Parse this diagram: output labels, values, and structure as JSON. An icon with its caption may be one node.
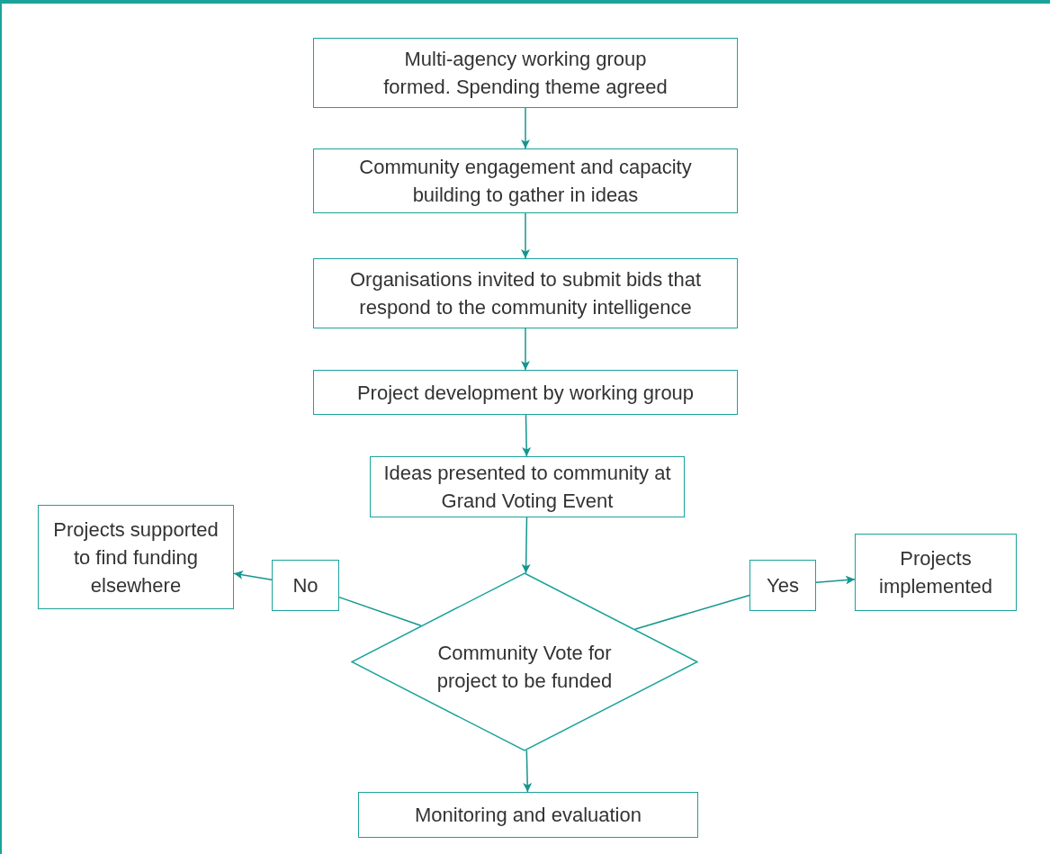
{
  "diagram": {
    "nodes": [
      {
        "text": [
          "Multi-agency working group formed. Spending theme agreed"
        ]
      },
      {
        "text": [
          "Community engagement and capacity building to gather in ideas"
        ]
      },
      {
        "text": [
          "Organisations invited to submit bids that respond to the community intelligence"
        ]
      },
      {
        "text": [
          "Project development by working group"
        ]
      },
      {
        "text": [
          "Ideas presented to community at Grand Voting Event"
        ]
      },
      {
        "text": [
          "Projects supported to find funding elsewhere"
        ]
      },
      {
        "text": [
          "No"
        ]
      },
      {
        "text": [
          "Yes"
        ]
      },
      {
        "text": [
          "Projects implemented"
        ]
      },
      {
        "text": [
          "Community Vote for project to be funded"
        ]
      },
      {
        "text": [
          "Monitoring and evaluation"
        ]
      }
    ],
    "edges": [
      {
        "from": 0,
        "to": 1,
        "arrow": "to"
      },
      {
        "from": 1,
        "to": 2,
        "arrow": "to"
      },
      {
        "from": 2,
        "to": 3,
        "arrow": "to"
      },
      {
        "from": 3,
        "to": 4,
        "arrow": "to"
      },
      {
        "from": 4,
        "to": 9,
        "arrow": "to"
      },
      {
        "from": 9,
        "to": 6,
        "arrow": "none"
      },
      {
        "from": 6,
        "to": 5,
        "arrow": "to"
      },
      {
        "from": 9,
        "to": 7,
        "arrow": "none"
      },
      {
        "from": 7,
        "to": 8,
        "arrow": "to"
      },
      {
        "from": 9,
        "to": 10,
        "arrow": "to"
      }
    ]
  }
}
